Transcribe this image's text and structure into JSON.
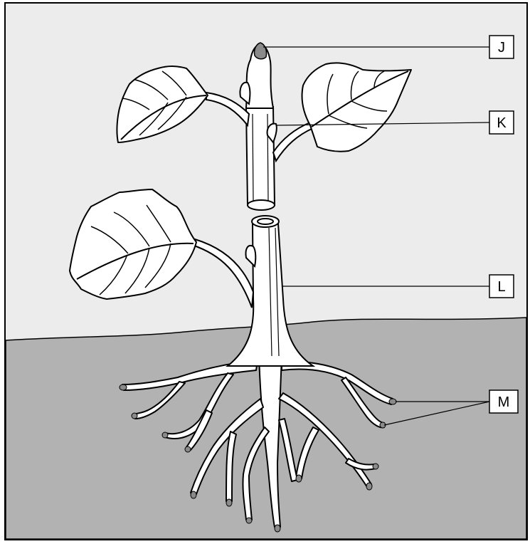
{
  "diagram": {
    "labels": [
      {
        "id": "J",
        "text": "J"
      },
      {
        "id": "K",
        "text": "K"
      },
      {
        "id": "L",
        "text": "L"
      },
      {
        "id": "M",
        "text": "M"
      }
    ]
  },
  "colors": {
    "sky": "#ececec",
    "soil": "#b2b2b2",
    "plant": "#ffffff",
    "outline": "#000000",
    "root_tip": "#8a8a8a"
  }
}
